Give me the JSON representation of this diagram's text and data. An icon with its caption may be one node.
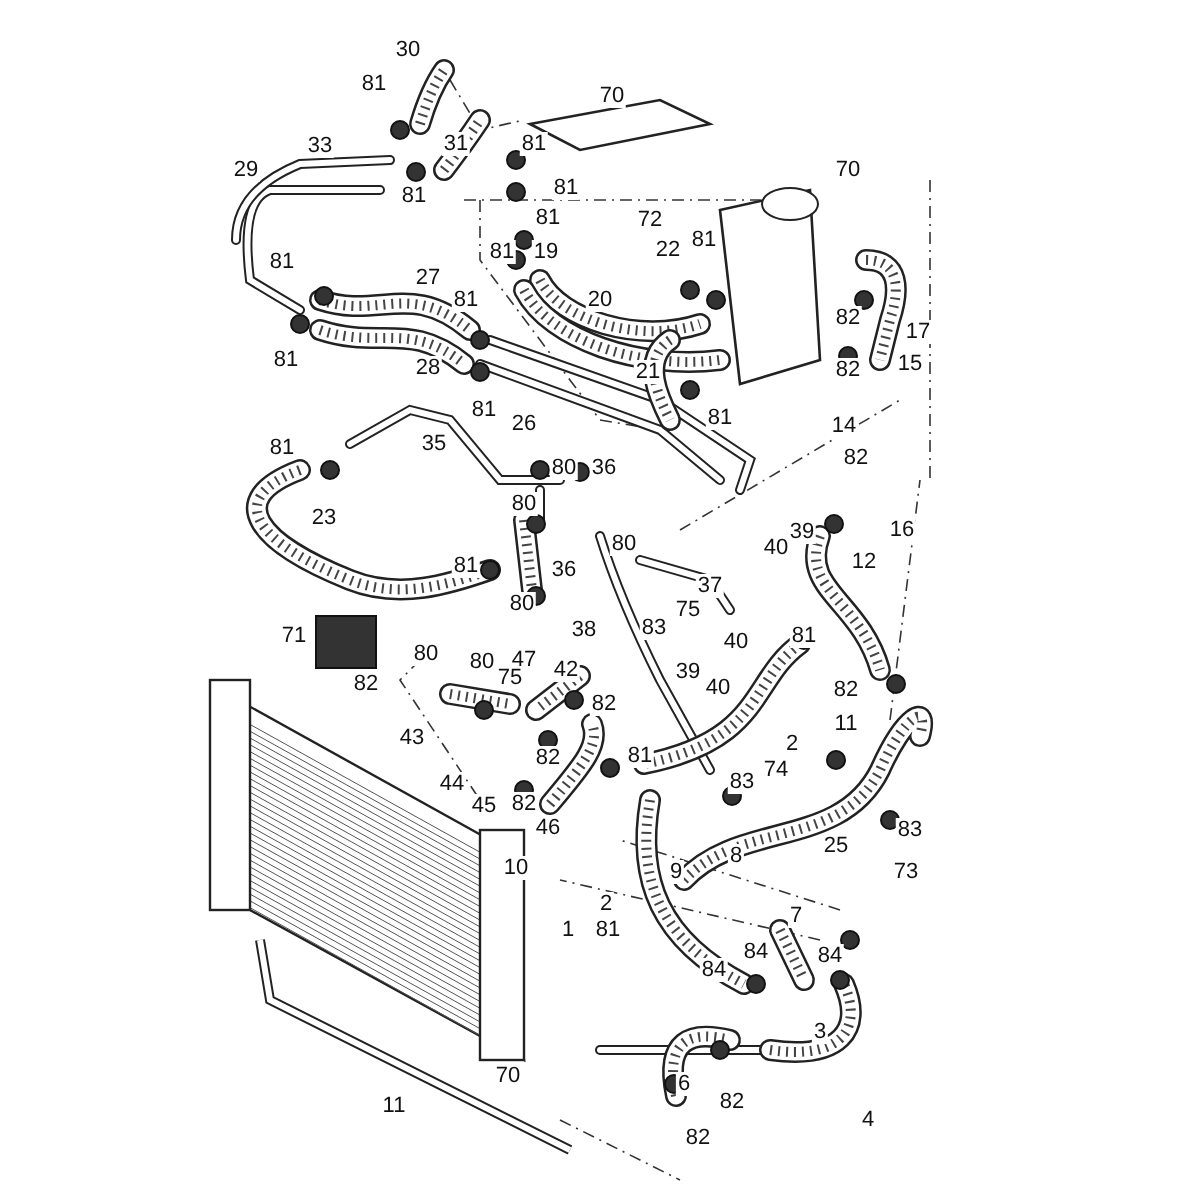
{
  "diagram": {
    "labels": [
      "30",
      "70",
      "81",
      "81",
      "33",
      "31",
      "81",
      "70",
      "29",
      "81",
      "72",
      "81",
      "81",
      "19",
      "22",
      "81",
      "81",
      "27",
      "81",
      "20",
      "82",
      "17",
      "81",
      "21",
      "28",
      "81",
      "26",
      "81",
      "82",
      "15",
      "14",
      "81",
      "35",
      "80",
      "36",
      "82",
      "80",
      "36",
      "80",
      "23",
      "16",
      "80",
      "81",
      "39",
      "40",
      "12",
      "37",
      "38",
      "75",
      "40",
      "71",
      "83",
      "47",
      "80",
      "80",
      "75",
      "42",
      "82",
      "81",
      "82",
      "39",
      "40",
      "82",
      "11",
      "43",
      "81",
      "82",
      "2",
      "44",
      "45",
      "82",
      "74",
      "83",
      "46",
      "83",
      "10",
      "9",
      "8",
      "25",
      "73",
      "2",
      "1",
      "81",
      "7",
      "84",
      "84",
      "84",
      "3",
      "11",
      "70",
      "6",
      "82",
      "4",
      "82"
    ]
  }
}
